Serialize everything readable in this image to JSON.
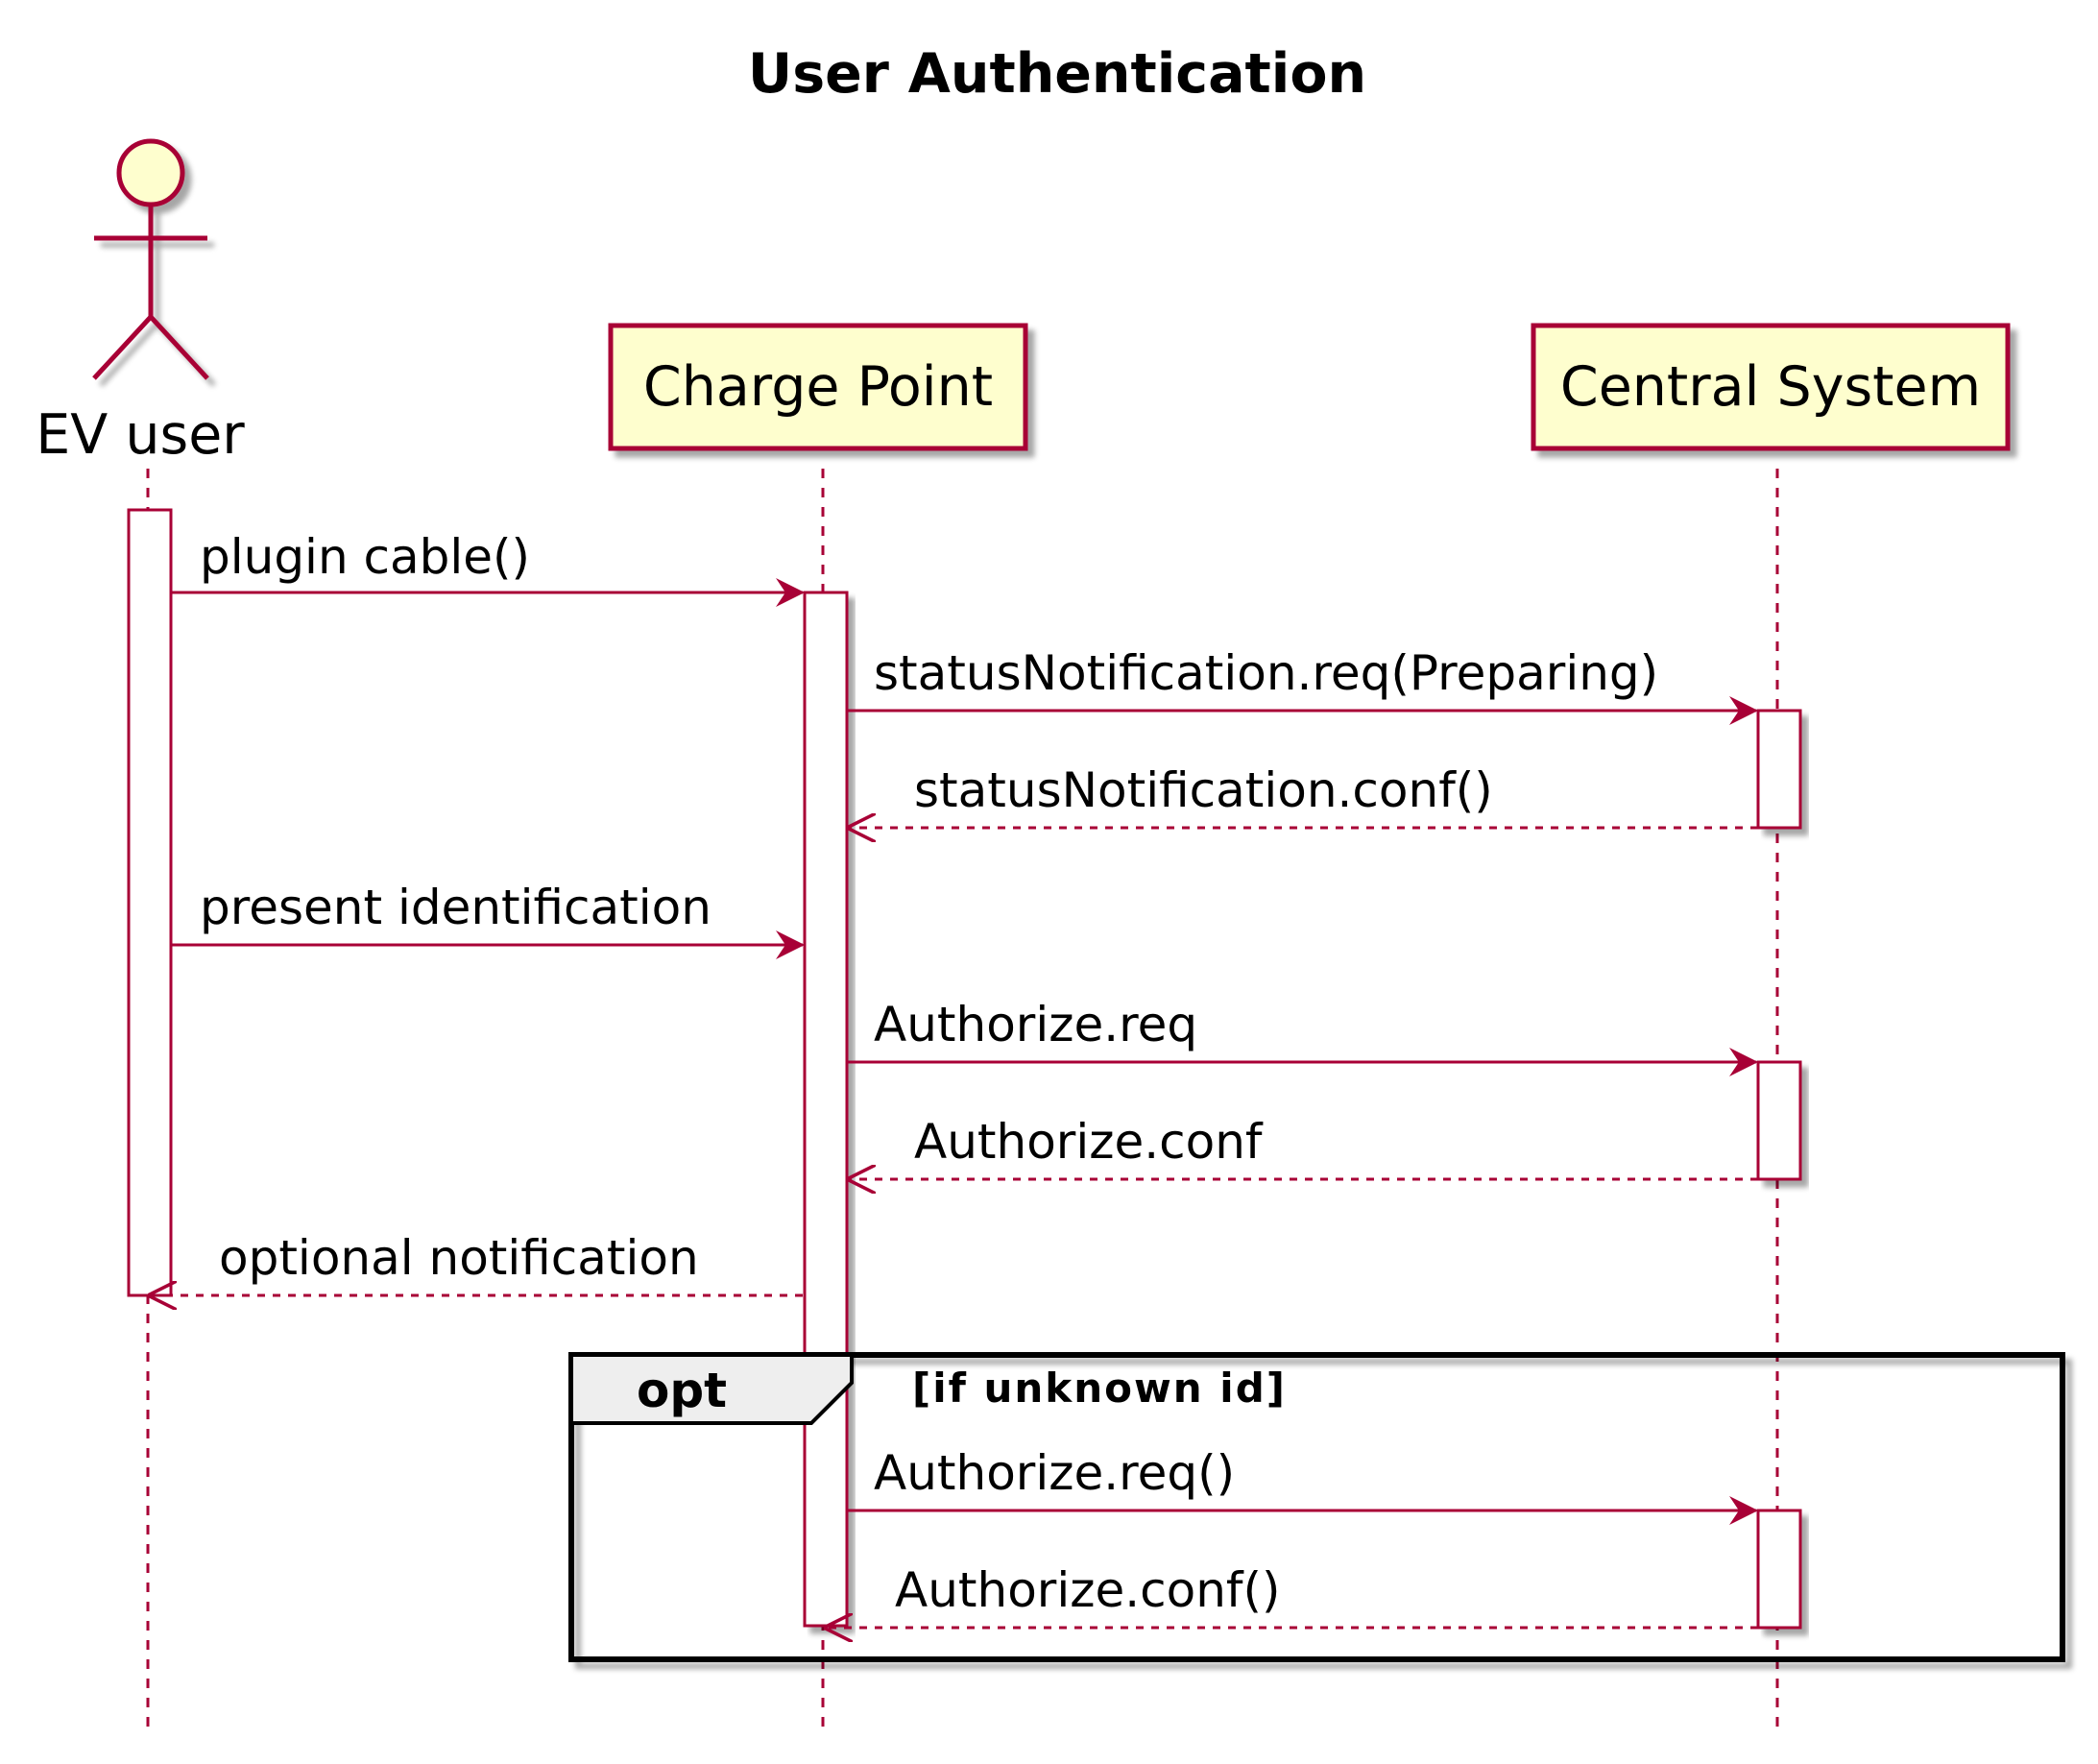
{
  "diagram": {
    "title": "User Authentication",
    "participants": [
      {
        "id": "ev",
        "label": "EV user",
        "kind": "actor"
      },
      {
        "id": "cp",
        "label": "Charge Point",
        "kind": "participant"
      },
      {
        "id": "cs",
        "label": "Central System",
        "kind": "participant"
      }
    ],
    "messages": [
      {
        "label": "plugin cable()",
        "from": "ev",
        "to": "cp",
        "style": "solid"
      },
      {
        "label": "statusNotification.req(Preparing)",
        "from": "cp",
        "to": "cs",
        "style": "solid"
      },
      {
        "label": "statusNotification.conf()",
        "from": "cs",
        "to": "cp",
        "style": "dashed"
      },
      {
        "label": "present identification",
        "from": "ev",
        "to": "cp",
        "style": "solid"
      },
      {
        "label": "Authorize.req",
        "from": "cp",
        "to": "cs",
        "style": "solid"
      },
      {
        "label": "Authorize.conf",
        "from": "cs",
        "to": "cp",
        "style": "dashed"
      },
      {
        "label": "optional notification",
        "from": "cp",
        "to": "ev",
        "style": "dashed"
      },
      {
        "label": "Authorize.req()",
        "from": "cp",
        "to": "cs",
        "style": "solid"
      },
      {
        "label": "Authorize.conf()",
        "from": "cs",
        "to": "cp",
        "style": "dashed"
      }
    ],
    "fragment": {
      "keyword": "opt",
      "guard": "[if unknown id]"
    },
    "colors": {
      "line": "#A80036",
      "box_fill": "#FEFECE",
      "activation_fill": "#FFFFFF",
      "fragment_header_fill": "#EEEEEE",
      "shadow": "#C8C8C8"
    }
  }
}
